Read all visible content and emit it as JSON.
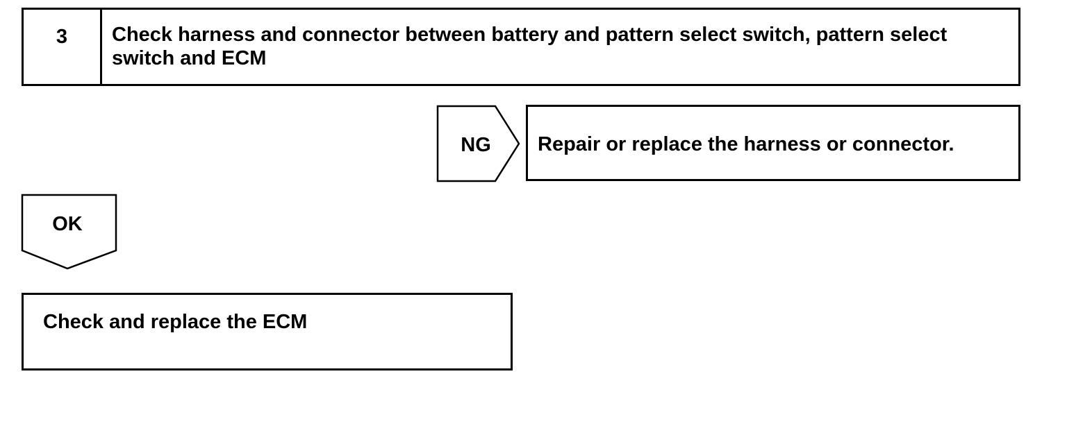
{
  "step": {
    "number": "3",
    "title": "Check harness and connector between battery and pattern select switch, pattern select switch and ECM"
  },
  "ng_branch": {
    "label": "NG",
    "action": "Repair or replace the harness or connector."
  },
  "ok_branch": {
    "label": "OK"
  },
  "final_action": "Check and replace the ECM"
}
